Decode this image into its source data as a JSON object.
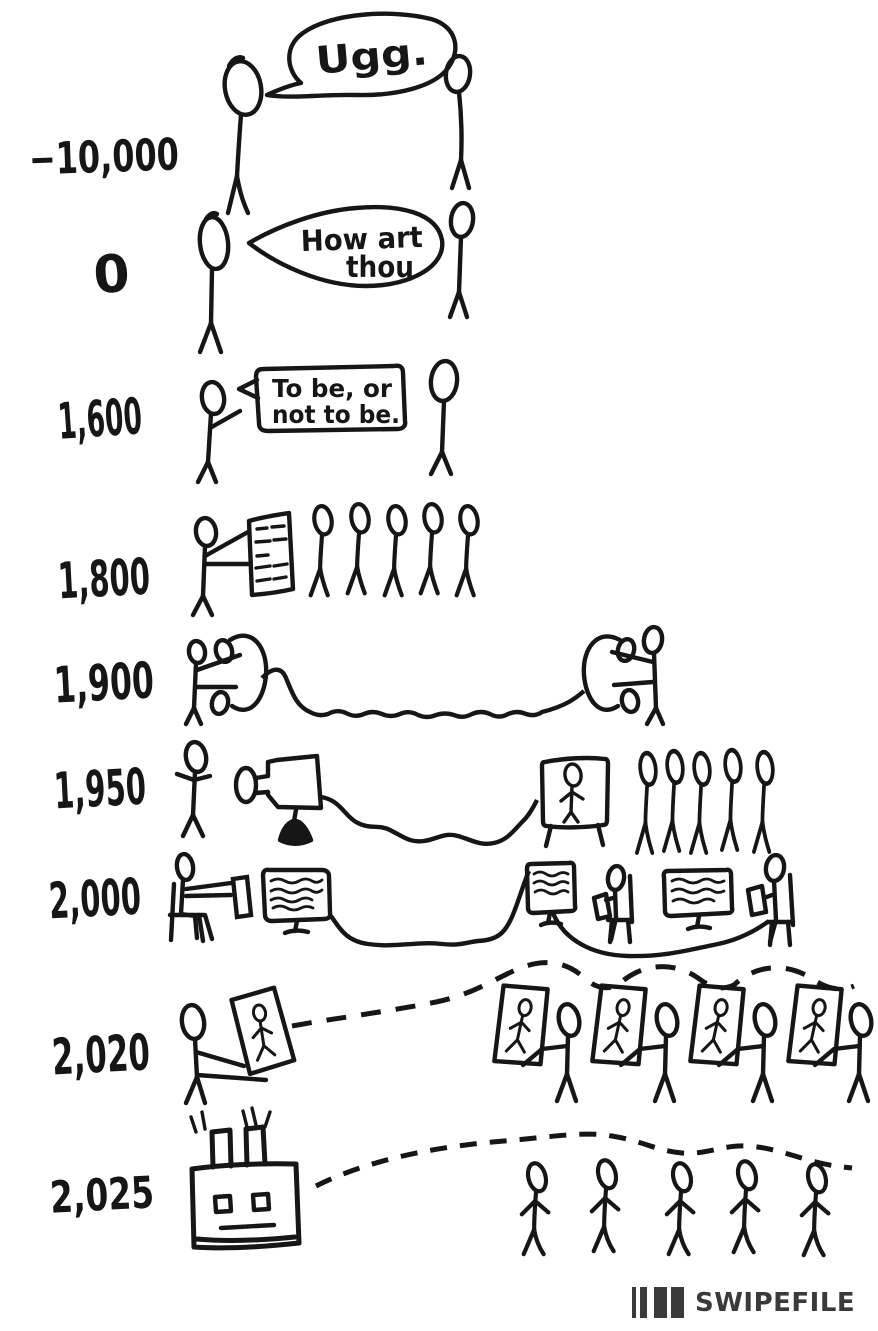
{
  "page": {
    "background": "#ffffff",
    "ink_color": "#161616",
    "brand_color": "#3a3a3c"
  },
  "timeline": {
    "rows": [
      {
        "year": "−10,000",
        "scene": "two-cavemen-talking",
        "speech": [
          "Ugg."
        ]
      },
      {
        "year": "0",
        "scene": "two-people-conversing",
        "speech": [
          "How art",
          "thou"
        ]
      },
      {
        "year": "1,600",
        "scene": "orator-reciting",
        "speech": [
          "To be, or",
          "not to be."
        ]
      },
      {
        "year": "1,800",
        "scene": "newspaper-read-to-crowd",
        "audience_count": 5
      },
      {
        "year": "1,900",
        "scene": "telephone-call-over-wire",
        "caller_count": 2
      },
      {
        "year": "1,950",
        "scene": "tv-camera-broadcast-to-viewers",
        "audience_count": 5
      },
      {
        "year": "2,000",
        "scene": "computers-connected-by-internet",
        "station_count": 3
      },
      {
        "year": "2,020",
        "scene": "smartphone-video-broadcast",
        "audience_count": 4
      },
      {
        "year": "2,025",
        "scene": "ai-robot-broadcasting-wirelessly",
        "audience_count": 5
      }
    ]
  },
  "footer": {
    "brand": "SWIPEFILE",
    "logo": "barcode-bars-icon"
  }
}
